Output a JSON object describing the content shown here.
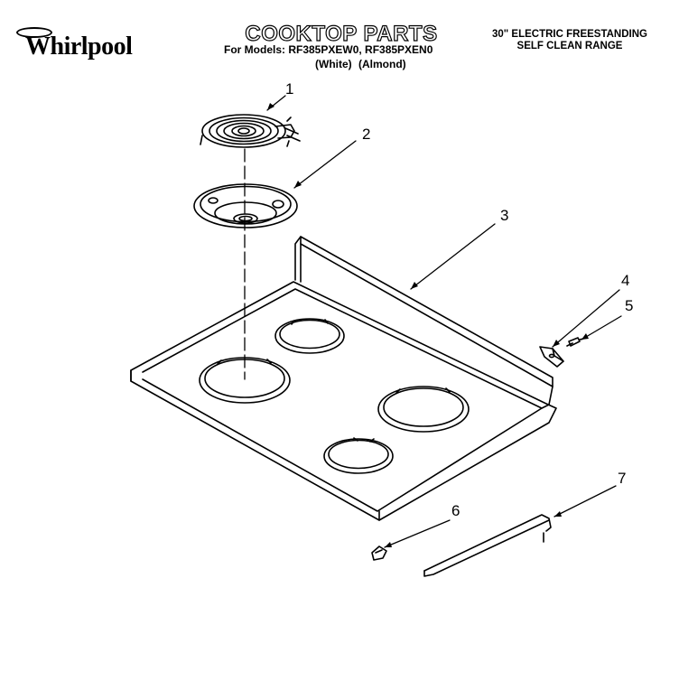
{
  "brand": {
    "logo_text": "Whirlpool"
  },
  "header": {
    "title": "COOKTOP PARTS",
    "models_line": "For Models: RF385PXEW0, RF385PXEN0",
    "colors_line": "(White) (Almond)",
    "product_line_1": "30\" ELECTRIC FREESTANDING",
    "product_line_2": "SELF CLEAN RANGE"
  },
  "callouts": [
    {
      "number": "1",
      "part": "surface element"
    },
    {
      "number": "2",
      "part": "drip bowl"
    },
    {
      "number": "3",
      "part": "cooktop"
    },
    {
      "number": "4",
      "part": "bracket"
    },
    {
      "number": "5",
      "part": "screw"
    },
    {
      "number": "6",
      "part": "clip"
    },
    {
      "number": "7",
      "part": "rod"
    }
  ],
  "colors": {
    "ink": "#000000",
    "paper": "#ffffff"
  }
}
